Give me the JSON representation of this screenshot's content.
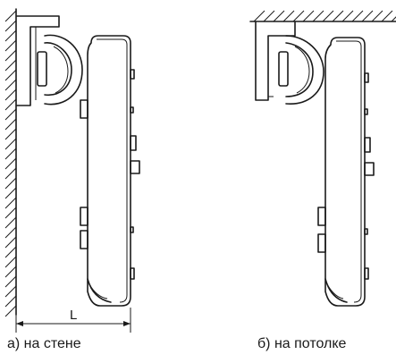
{
  "figures": [
    {
      "id": "wall",
      "caption": "а) на стене",
      "dimension_label": "L"
    },
    {
      "id": "ceiling",
      "caption": "б) на потолке"
    }
  ]
}
